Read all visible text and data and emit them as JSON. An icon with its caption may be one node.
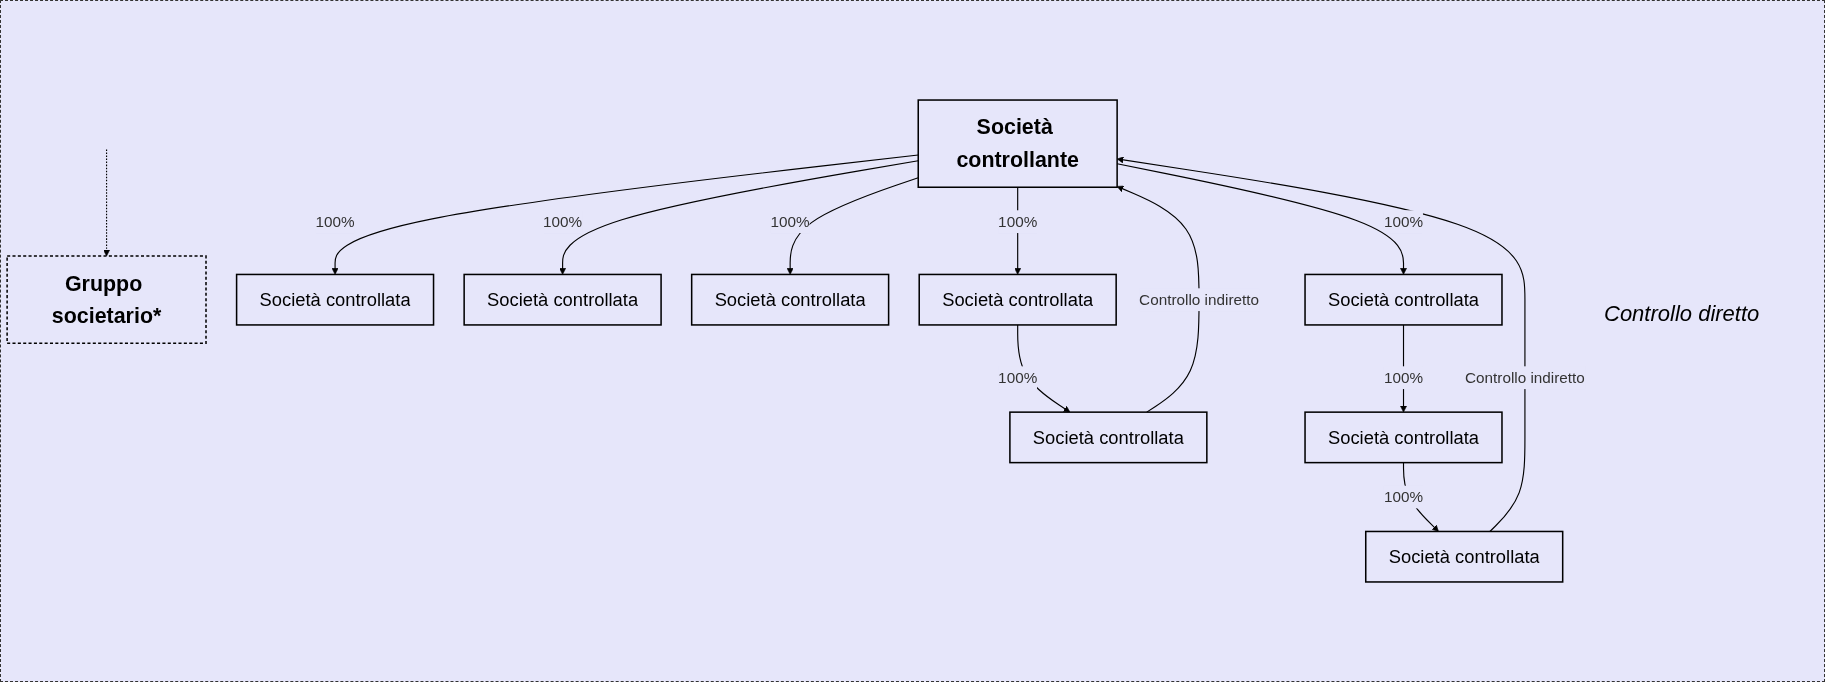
{
  "diagram": {
    "nodes": [
      {
        "text": [
          "Gruppo societario*"
        ]
      },
      {
        "text": [
          "Società controllante"
        ]
      },
      {
        "text": [
          "Società controllata"
        ]
      },
      {
        "text": [
          "Società controllata"
        ]
      },
      {
        "text": [
          "Società controllata"
        ]
      },
      {
        "text": [
          "Società controllata"
        ]
      },
      {
        "text": [
          "Società controllata"
        ]
      },
      {
        "text": [
          "Società controllata"
        ]
      },
      {
        "text": [
          "Società controllata"
        ]
      },
      {
        "text": [
          "Società controllata"
        ]
      }
    ],
    "edges": [
      {
        "from": null,
        "to": 0,
        "arrow": "to",
        "style": "dashed"
      },
      {
        "from": 1,
        "to": 2,
        "arrow": "to",
        "label": "100%"
      },
      {
        "from": 1,
        "to": 3,
        "arrow": "to",
        "label": "100%"
      },
      {
        "from": 1,
        "to": 4,
        "arrow": "to",
        "label": "100%"
      },
      {
        "from": 1,
        "to": 5,
        "arrow": "to",
        "label": "100%"
      },
      {
        "from": 5,
        "to": 6,
        "arrow": "to",
        "label": "100%"
      },
      {
        "from": 6,
        "to": 1,
        "arrow": "to",
        "label": "Controllo indiretto"
      },
      {
        "from": 1,
        "to": 7,
        "arrow": "to",
        "label": "100%"
      },
      {
        "from": 7,
        "to": 8,
        "arrow": "to",
        "label": "100%"
      },
      {
        "from": 8,
        "to": 9,
        "arrow": "to",
        "label": "100%"
      },
      {
        "from": 9,
        "to": 1,
        "arrow": "to",
        "label": "Controllo indiretto"
      }
    ],
    "labels": [
      "Controllo diretto"
    ]
  }
}
